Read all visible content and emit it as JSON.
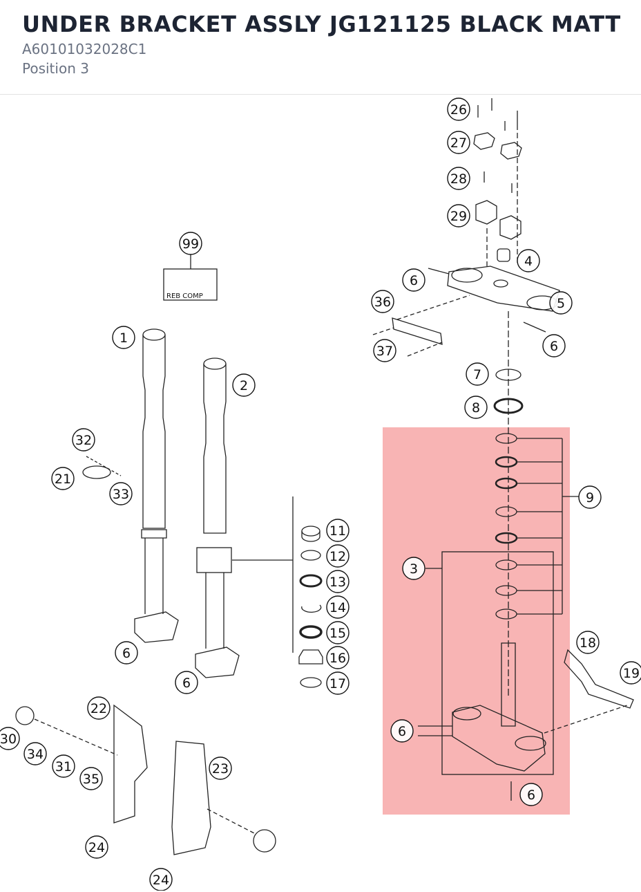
{
  "header": {
    "title": "UNDER BRACKET ASSLY JG121125 BLACK MATT",
    "part_number": "A60101032028C1",
    "position": "Position 3"
  },
  "diagram": {
    "kit_label": "REB COMP",
    "highlight_color": "#f7a7a7",
    "callouts": [
      {
        "id": "c26",
        "label": "26"
      },
      {
        "id": "c27",
        "label": "27"
      },
      {
        "id": "c28",
        "label": "28"
      },
      {
        "id": "c29",
        "label": "29"
      },
      {
        "id": "c4",
        "label": "4"
      },
      {
        "id": "c6a",
        "label": "6"
      },
      {
        "id": "c36",
        "label": "36"
      },
      {
        "id": "c5",
        "label": "5"
      },
      {
        "id": "c6b",
        "label": "6"
      },
      {
        "id": "c37",
        "label": "37"
      },
      {
        "id": "c7",
        "label": "7"
      },
      {
        "id": "c8",
        "label": "8"
      },
      {
        "id": "c99",
        "label": "99"
      },
      {
        "id": "c1",
        "label": "1"
      },
      {
        "id": "c2",
        "label": "2"
      },
      {
        "id": "c32",
        "label": "32"
      },
      {
        "id": "c21",
        "label": "21"
      },
      {
        "id": "c33",
        "label": "33"
      },
      {
        "id": "c9",
        "label": "9"
      },
      {
        "id": "c3",
        "label": "3"
      },
      {
        "id": "c11",
        "label": "11"
      },
      {
        "id": "c12",
        "label": "12"
      },
      {
        "id": "c13",
        "label": "13"
      },
      {
        "id": "c14",
        "label": "14"
      },
      {
        "id": "c15",
        "label": "15"
      },
      {
        "id": "c16",
        "label": "16"
      },
      {
        "id": "c17",
        "label": "17"
      },
      {
        "id": "c6c",
        "label": "6"
      },
      {
        "id": "c6d",
        "label": "6"
      },
      {
        "id": "c18",
        "label": "18"
      },
      {
        "id": "c19",
        "label": "19"
      },
      {
        "id": "c22",
        "label": "22"
      },
      {
        "id": "c30",
        "label": "30"
      },
      {
        "id": "c34",
        "label": "34"
      },
      {
        "id": "c31",
        "label": "31"
      },
      {
        "id": "c35",
        "label": "35"
      },
      {
        "id": "c23",
        "label": "23"
      },
      {
        "id": "c6e",
        "label": "6"
      },
      {
        "id": "c6f",
        "label": "6"
      },
      {
        "id": "c24a",
        "label": "24"
      },
      {
        "id": "c24b",
        "label": "24"
      }
    ]
  }
}
